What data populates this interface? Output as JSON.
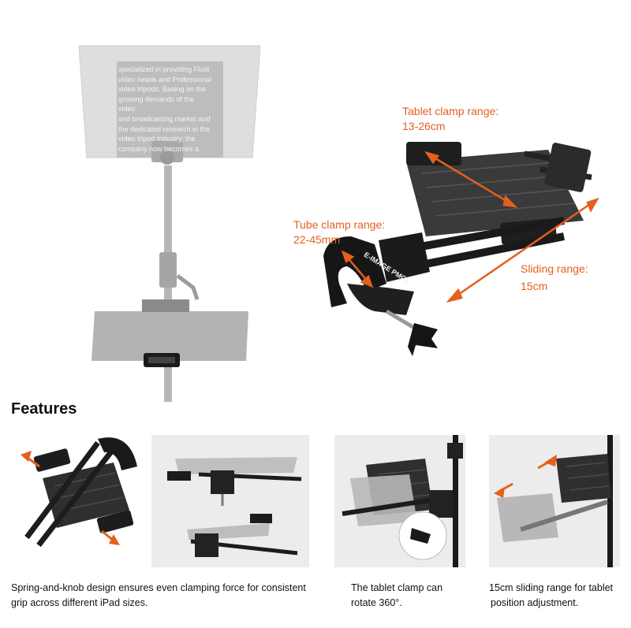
{
  "hero": {
    "tablet_clamp_label": [
      "Tablet clamp range:",
      "13-26cm"
    ],
    "tube_clamp_label": [
      "Tube clamp range:",
      "22-45mm"
    ],
    "sliding_label": [
      "Sliding range:",
      "15cm"
    ],
    "brand_mark": "E-IMAGE",
    "model_mark": "PMC1",
    "teleprompter_text": [
      "specialized in providing Fluid",
      "video heads and Professional",
      "video tripods. Basing on the",
      "growing demands of the video",
      "and broadcasting market and",
      "the dedicated research in the",
      "video tripod industry, the",
      "company now becomes a"
    ],
    "accent_color": "#e4601c"
  },
  "features": {
    "title": "Features",
    "captions": [
      [
        "Spring-and-knob design ensures even clamping force for consistent",
        "grip across different iPad sizes."
      ],
      [
        "The tablet clamp can",
        "rotate 360°."
      ],
      [
        "15cm sliding range for tablet",
        "position adjustment."
      ]
    ]
  }
}
